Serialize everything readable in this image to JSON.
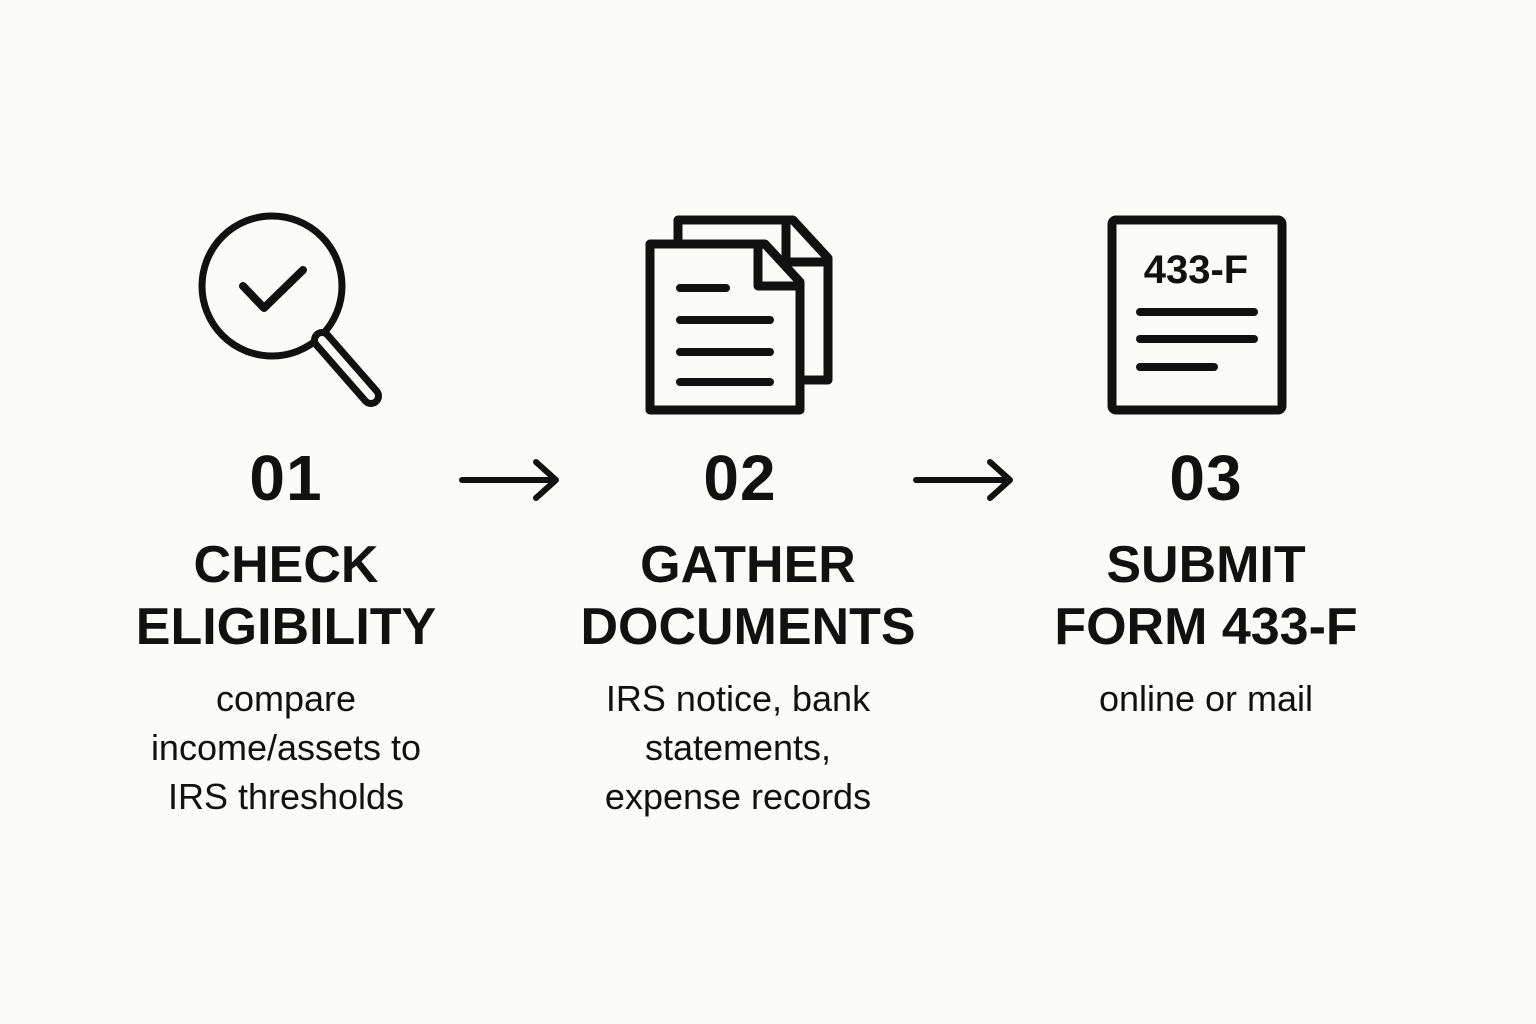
{
  "steps": [
    {
      "number": "01",
      "title_lines": [
        "CHECK",
        "ELIGIBILITY"
      ],
      "description_lines": [
        "compare",
        "income/assets to",
        "IRS thresholds"
      ],
      "icon": "magnifier-check-icon"
    },
    {
      "number": "02",
      "title_lines": [
        "GATHER",
        "DOCUMENTS"
      ],
      "description_lines": [
        "IRS notice, bank",
        "statements,",
        "expense records"
      ],
      "icon": "documents-stack-icon"
    },
    {
      "number": "03",
      "title_lines": [
        "SUBMIT",
        "FORM 433-F"
      ],
      "description_lines": [
        "online or mail"
      ],
      "icon": "form-433f-icon",
      "icon_label": "433-F"
    }
  ],
  "connectors": [
    "right-arrow-icon",
    "right-arrow-icon"
  ],
  "colors": {
    "background": "#fbfbf9",
    "ink": "#111111"
  }
}
